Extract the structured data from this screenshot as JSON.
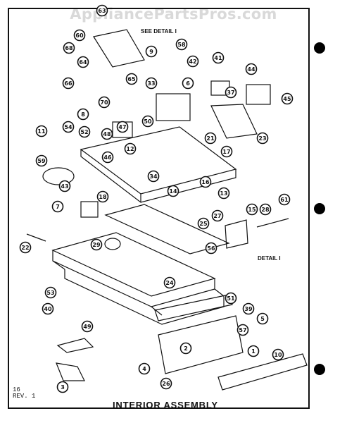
{
  "watermark": "AppliancePartsPros.com",
  "title": "INTERIOR ASSEMBLY",
  "revision": [
    "16",
    "REV. 1"
  ],
  "see_detail": "SEE DETAIL I",
  "detail_label": "DETAIL I",
  "part_numbers": [
    "63",
    "60",
    "68",
    "64",
    "9",
    "66",
    "65",
    "70",
    "58",
    "42",
    "41",
    "33",
    "6",
    "44",
    "37",
    "45",
    "8",
    "54",
    "52",
    "46",
    "47",
    "48",
    "11",
    "59",
    "50",
    "12",
    "17",
    "21",
    "23",
    "34",
    "43",
    "13",
    "16",
    "14",
    "7",
    "18",
    "61",
    "15",
    "28",
    "27",
    "25",
    "29",
    "56",
    "22",
    "24",
    "53",
    "40",
    "51",
    "39",
    "5",
    "57",
    "2",
    "4",
    "26",
    "49",
    "3",
    "10",
    "1"
  ],
  "colors": {
    "ink": "#111111",
    "paper": "#ffffff",
    "watermark": "#d9d9d9"
  }
}
